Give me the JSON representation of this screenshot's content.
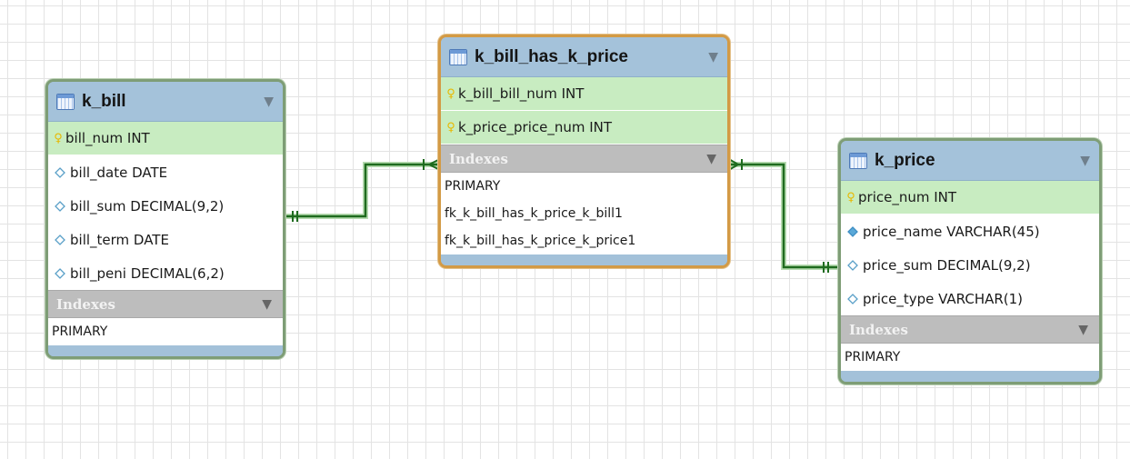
{
  "diagram": {
    "tables": {
      "k_bill": {
        "title": "k_bill",
        "pk_columns": [
          "bill_num INT"
        ],
        "columns": [
          "bill_date DATE",
          "bill_sum DECIMAL(9,2)",
          "bill_term DATE",
          "bill_peni DECIMAL(6,2)"
        ],
        "indexes_label": "Indexes",
        "indexes": [
          "PRIMARY"
        ]
      },
      "k_bill_has_k_price": {
        "title": "k_bill_has_k_price",
        "pk_columns": [
          "k_bill_bill_num INT",
          "k_price_price_num INT"
        ],
        "columns": [],
        "indexes_label": "Indexes",
        "indexes": [
          "PRIMARY",
          "fk_k_bill_has_k_price_k_bill1",
          "fk_k_bill_has_k_price_k_price1"
        ]
      },
      "k_price": {
        "title": "k_price",
        "pk_columns": [
          "price_num INT"
        ],
        "columns": [
          "price_name VARCHAR(45)",
          "price_sum DECIMAL(9,2)",
          "price_type VARCHAR(1)"
        ],
        "indexes_label": "Indexes",
        "indexes": [
          "PRIMARY"
        ]
      }
    },
    "relationships": [
      {
        "from": "k_bill",
        "to": "k_bill_has_k_price",
        "type": "one-to-many"
      },
      {
        "from": "k_price",
        "to": "k_bill_has_k_price",
        "type": "one-to-many"
      }
    ],
    "colors": {
      "header": "#a4c2da",
      "pk_row": "#c8ecc1",
      "index_header": "#bdbdbd",
      "table_border": "#7e9d76",
      "selected_border": "#d39a45",
      "connector": "#1e6b1e",
      "grid": "#e3e3e3"
    },
    "icons": {
      "table": "table-icon",
      "primary_key": "key-icon",
      "column": "diamond-icon",
      "indexed_column": "filled-diamond-icon",
      "collapse": "triangle-down-icon"
    }
  }
}
